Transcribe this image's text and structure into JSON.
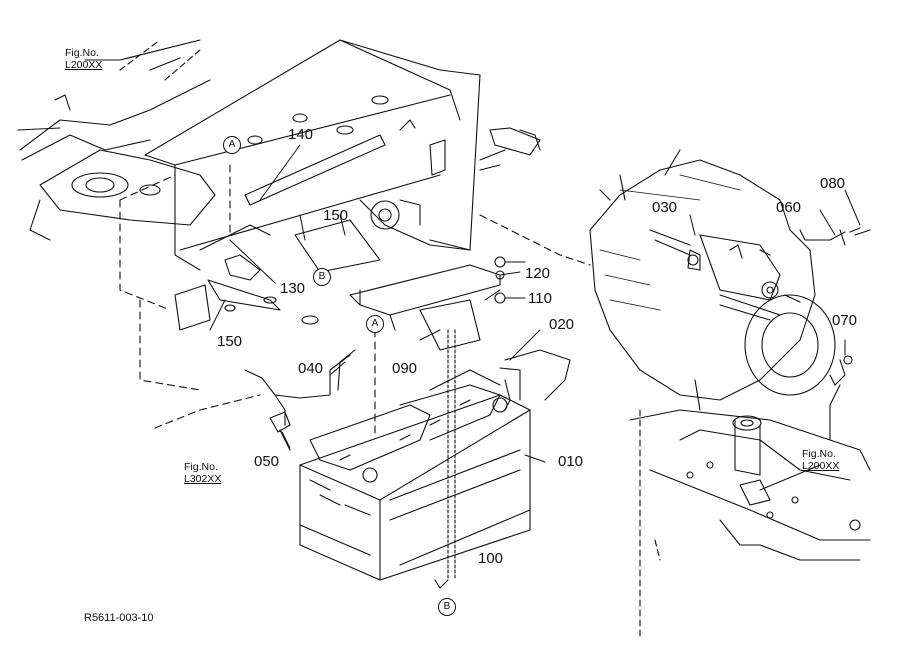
{
  "diagram": {
    "code": "R5611-003-10",
    "callouts": [
      {
        "id": "010",
        "text": "010"
      },
      {
        "id": "020",
        "text": "020"
      },
      {
        "id": "030",
        "text": "030"
      },
      {
        "id": "040",
        "text": "040"
      },
      {
        "id": "050",
        "text": "050"
      },
      {
        "id": "060",
        "text": "060"
      },
      {
        "id": "070",
        "text": "070"
      },
      {
        "id": "080",
        "text": "080"
      },
      {
        "id": "090",
        "text": "090"
      },
      {
        "id": "100",
        "text": "100"
      },
      {
        "id": "110",
        "text": "110"
      },
      {
        "id": "120",
        "text": "120"
      },
      {
        "id": "130",
        "text": "130"
      },
      {
        "id": "140",
        "text": "140"
      },
      {
        "id": "150a",
        "text": "150"
      },
      {
        "id": "150b",
        "text": "150"
      }
    ],
    "references": {
      "top_left": {
        "line1": "Fig.No.",
        "line2": "L200XX"
      },
      "bottom_left": {
        "line1": "Fig.No.",
        "line2": "L302XX"
      },
      "right": {
        "line1": "Fig.No.",
        "line2": "L200XX"
      }
    },
    "markers": {
      "a": "A",
      "b": "B"
    }
  }
}
